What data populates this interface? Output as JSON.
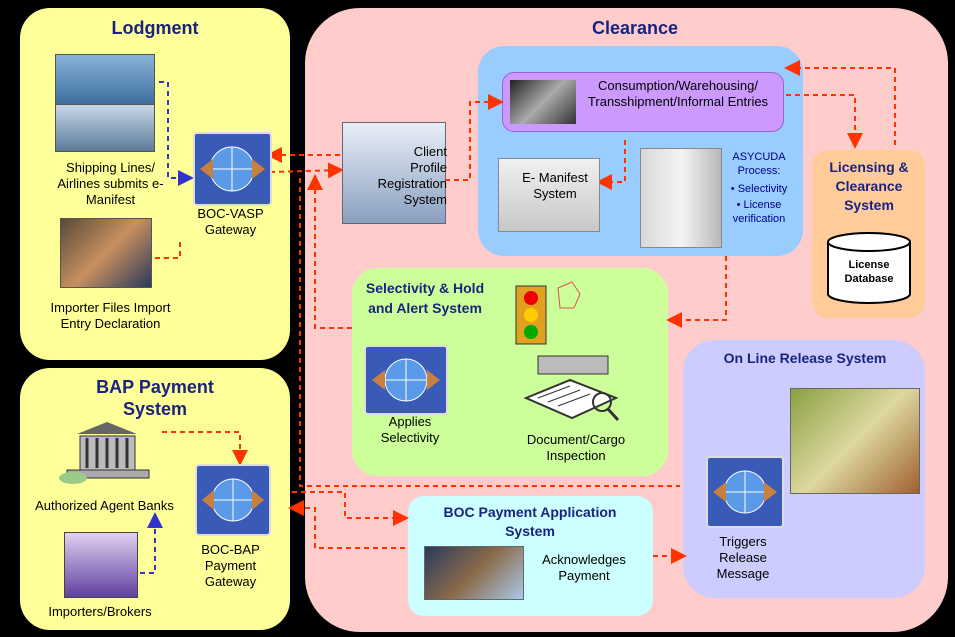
{
  "lodgment": {
    "title": "Lodgment",
    "shipping_label": "Shipping Lines/ Airlines submits e-Manifest",
    "importer_label": "Importer Files Import Entry Declaration",
    "gateway_label": "BOC-VASP Gateway"
  },
  "bap": {
    "title": "BAP Payment System",
    "banks_label": "Authorized Agent Banks",
    "importers_label": "Importers/Brokers",
    "gateway_label": "BOC-BAP Payment Gateway"
  },
  "clearance": {
    "title": "Clearance",
    "client_profile_label": "Client Profile Registration System",
    "consumption_label": "Consumption/Warehousing/ Transshipment/Informal Entries",
    "emanifest_label": "E- Manifest System",
    "asycuda_label": "ASYCUDA Process:",
    "asycuda_items": [
      "• Selectivity",
      "• License verification"
    ],
    "licensing_title": "Licensing & Clearance System",
    "license_db_label": "License Database",
    "selectivity_title": "Selectivity & Hold and Alert System",
    "applies_label": "Applies Selectivity",
    "document_label": "Document/Cargo Inspection",
    "online_release_title": "On Line Release System",
    "triggers_label": "Triggers Release Message",
    "boc_payment_title": "BOC Payment Application System",
    "acknowledges_label": "Acknowledges Payment"
  },
  "colors": {
    "lodgment_bg": "#ffff99",
    "clearance_bg": "#ffcccc",
    "asycuda_bg": "#99ccff",
    "consumption_bg": "#cc99ff",
    "licensing_bg": "#ffcc99",
    "selectivity_bg": "#ccff99",
    "release_bg": "#ccccff",
    "payment_bg": "#ccffff",
    "arrow": "#ff3300",
    "arrow_blue": "#3333cc",
    "title": "#1a237e"
  }
}
